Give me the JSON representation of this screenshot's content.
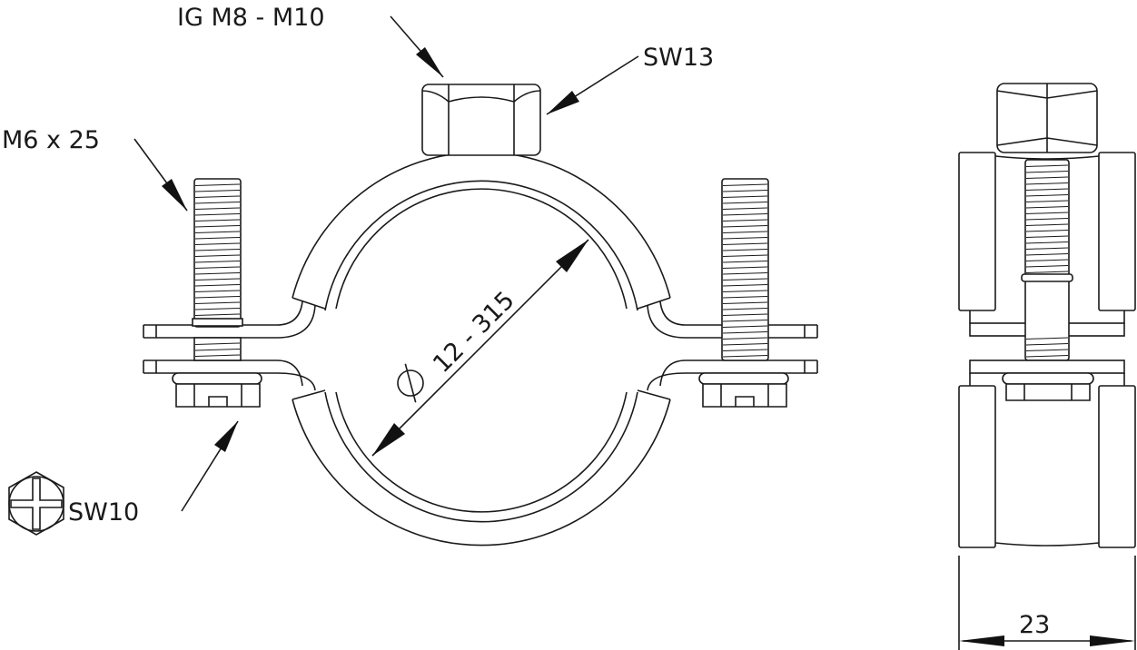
{
  "labels": {
    "top_nut_thread": "IG M8 - M10",
    "top_nut_wrench": "SW13",
    "bolt": "M6 x 25",
    "screw_wrench": "SW10",
    "diameter_range": "12 - 315",
    "width": "23"
  },
  "icons": {
    "diameter": "diameter-symbol",
    "hex_head": "hex-cross-head-icon"
  }
}
